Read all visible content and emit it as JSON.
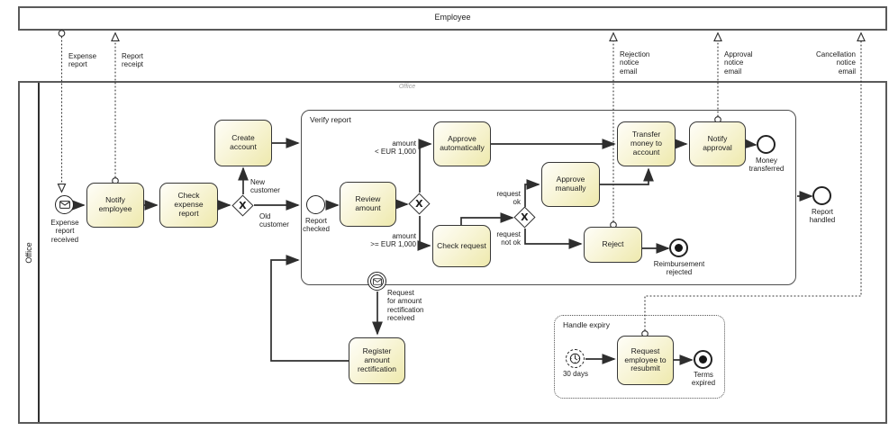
{
  "pools": {
    "employee": "Employee",
    "office": "Office",
    "office_watermark": "Office"
  },
  "subprocesses": {
    "verify_report": "Verify report",
    "handle_expiry": "Handle expiry"
  },
  "tasks": {
    "notify_employee": "Notify\nemployee",
    "check_expense_report": "Check\nexpense\nreport",
    "create_account": "Create\naccount",
    "review_amount": "Review\namount",
    "approve_automatically": "Approve\nautomatically",
    "check_request": "Check request",
    "approve_manually": "Approve\nmanually",
    "reject": "Reject",
    "transfer_money": "Transfer\nmoney to\naccount",
    "notify_approval": "Notify\napproval",
    "register_rectification": "Register\namount\nrectification",
    "request_resubmit": "Request\nemployee to\nresubmit"
  },
  "gateways": {
    "marker": "X"
  },
  "events": {
    "expense_report_received": "Expense\nreport\nreceived",
    "report_checked": "Report\nchecked",
    "money_transferred": "Money\ntransferred",
    "reimbursement_rejected": "Reimbursement\nrejected",
    "report_handled": "Report\nhandled",
    "rectification_received": "Request\nfor amount\nrectification\nreceived",
    "timer": "30 days",
    "terms_expired": "Terms\nexpired"
  },
  "flow_labels": {
    "new_customer": "New\ncustomer",
    "old_customer": "Old\ncustomer",
    "amount_lt": "amount\n< EUR 1,000",
    "amount_gte": "amount\n>= EUR 1,000",
    "request_ok": "request\nok",
    "request_not_ok": "request\nnot ok"
  },
  "message_labels": {
    "expense_report": "Expense\nreport",
    "report_receipt": "Report\nreceipt",
    "rejection_notice": "Rejection\nnotice\nemail",
    "approval_notice": "Approval\nnotice\nemail",
    "cancellation_notice": "Cancellation\nnotice\nemail"
  },
  "colors": {
    "task_fill": "#f7f3cd",
    "task_border": "#373737",
    "pool_border": "#5a5a5a",
    "line": "#2e2e2e",
    "watermark_text": "#9a9a9a"
  }
}
